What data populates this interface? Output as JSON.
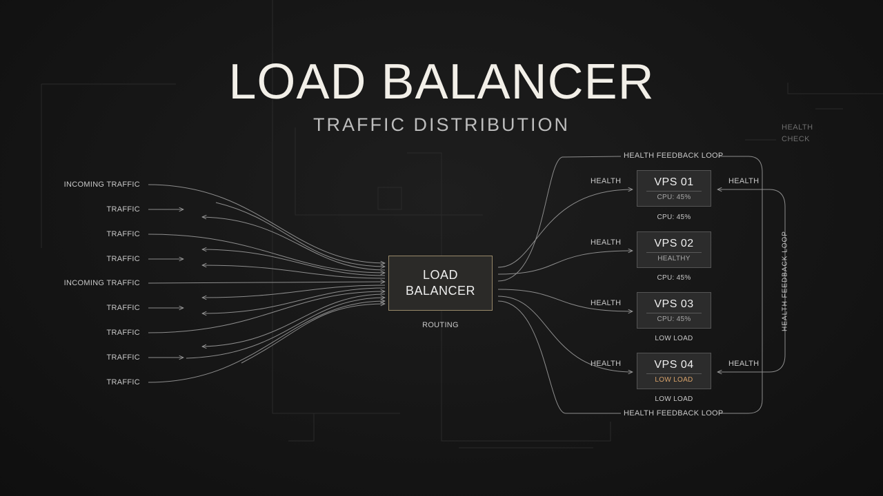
{
  "header": {
    "title": "LOAD BALANCER",
    "subtitle": "TRAFFIC DISTRIBUTION"
  },
  "sources": [
    "INCOMING TRAFFIC",
    "TRAFFIC",
    "TRAFFIC",
    "TRAFFIC",
    "INCOMING TRAFFIC",
    "TRAFFIC",
    "TRAFFIC",
    "TRAFFIC",
    "TRAFFIC"
  ],
  "balancer": {
    "line1": "LOAD",
    "line2": "BALANCER",
    "caption": "ROUTING"
  },
  "servers": [
    {
      "name": "VPS 01",
      "status": "CPU: 45%",
      "below": "CPU: 45%",
      "warn": false
    },
    {
      "name": "VPS 02",
      "status": "HEALTHY",
      "below": "CPU: 45%",
      "warn": false
    },
    {
      "name": "VPS 03",
      "status": "CPU: 45%",
      "below": "LOW LOAD",
      "warn": false
    },
    {
      "name": "VPS 04",
      "status": "LOW LOAD",
      "below": "LOW LOAD",
      "warn": true
    }
  ],
  "health_labels": {
    "left": [
      "HEALTH",
      "HEALTH",
      "HEALTH",
      "HEALTH"
    ],
    "right": [
      "HEALTH",
      "HEALTH"
    ]
  },
  "feedback": {
    "top": "HEALTH FEEDBACK LOOP",
    "bottom": "HEALTH FEEDBACK LOOP",
    "vertical": "HEALTH FEEDBACK LOOP"
  },
  "background_note": {
    "line1": "HEALTH",
    "line2": "CHECK"
  },
  "colors": {
    "background": "#151515",
    "accent": "#d9a36a",
    "line": "#9a9a9a",
    "box_border": "#9a8a6a"
  }
}
